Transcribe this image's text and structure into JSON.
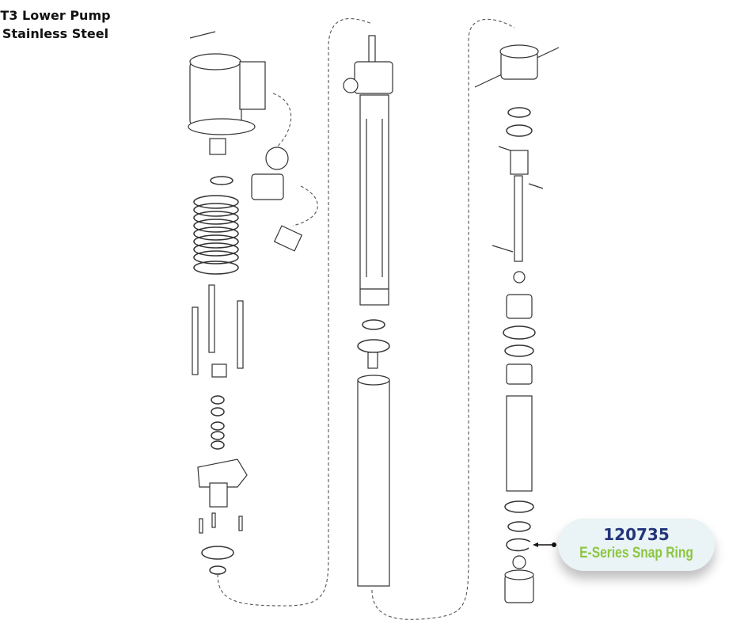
{
  "title": {
    "line1": "T3 Lower Pump",
    "line2": "Stainless Steel"
  },
  "callout": {
    "part_number": "120735",
    "description": "E-Series Snap Ring"
  },
  "colors": {
    "part_number": "#23357a",
    "description": "#8cc63f",
    "callout_bg": "#eaf3f5"
  }
}
